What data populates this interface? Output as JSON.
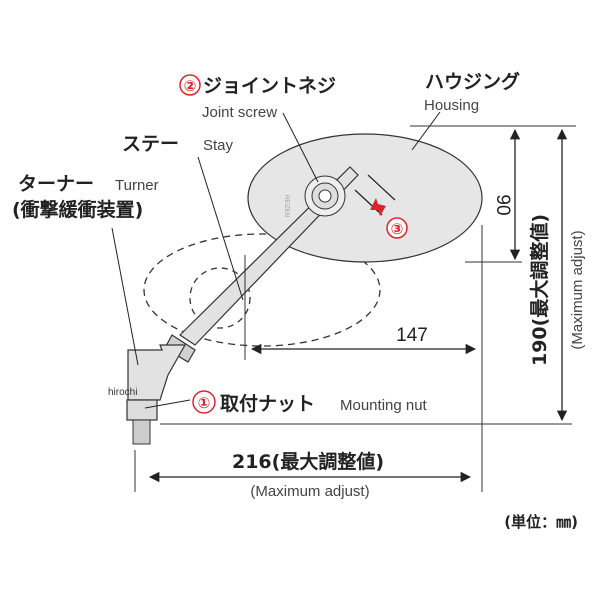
{
  "labels": {
    "joint_screw_num": "②",
    "joint_screw_jp": "ジョイントネジ",
    "joint_screw_en": "Joint screw",
    "housing_jp": "ハウジング",
    "housing_en": "Housing",
    "stay_jp": "ステー",
    "stay_en": "Stay",
    "turner_jp": "ターナー",
    "turner_en": "Turner",
    "turner_sub": "(衝撃緩衝装置)",
    "nut_num": "①",
    "nut_jp": "取付ナット",
    "nut_en": "Mounting nut",
    "angle_num": "③",
    "watermark": "hirochi",
    "housing_brand": "REIZEN"
  },
  "dimensions": {
    "height_housing": "90",
    "width_stay": "147",
    "max_height": "190(最大調整値)",
    "max_height_en": "(Maximum adjust)",
    "max_width": "216(最大調整値)",
    "max_width_en": "(Maximum adjust)",
    "unit": "(単位：㎜)"
  },
  "colors": {
    "accent": "#d7262d",
    "housing": "#e6e6e6"
  }
}
